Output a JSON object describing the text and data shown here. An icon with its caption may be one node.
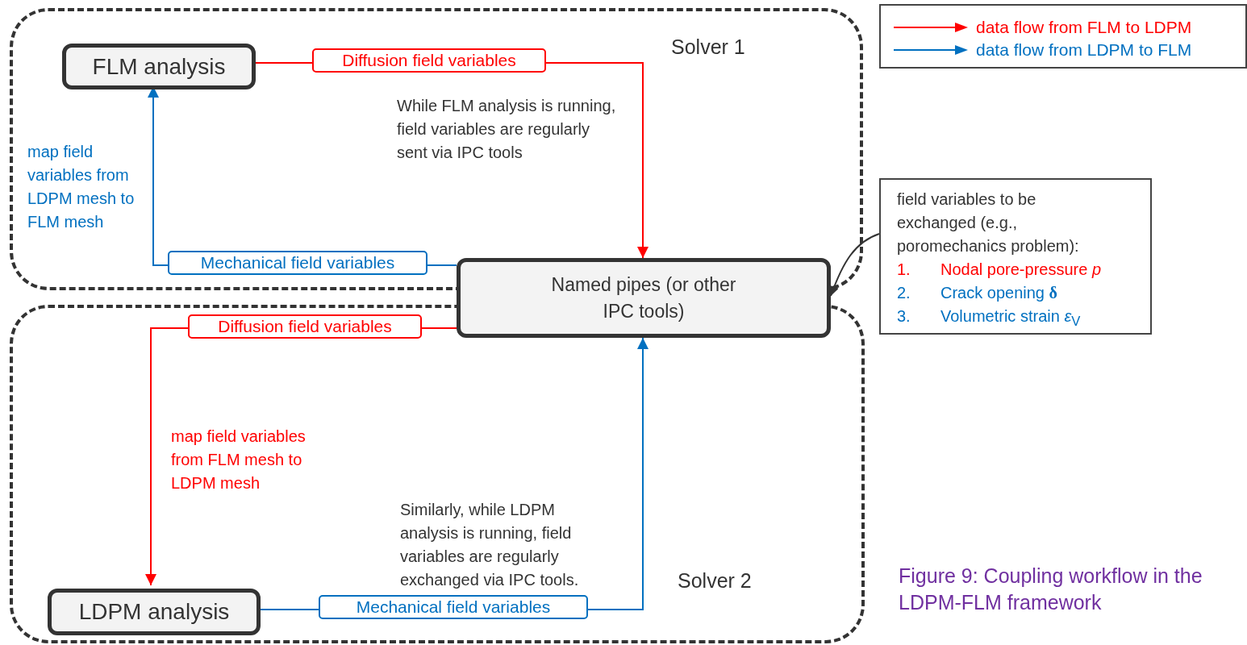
{
  "diagram": {
    "caption": "Figure 9: Coupling workflow in the LDPM-FLM framework",
    "nodes": [
      {
        "text": [
          "Solver 1"
        ]
      },
      {
        "text": [
          "Solver 2"
        ]
      },
      {
        "text": [
          "FLM analysis"
        ],
        "in": 0
      },
      {
        "text": [
          "Named pipes (or other IPC tools)"
        ]
      },
      {
        "text": [
          "LDPM analysis"
        ],
        "in": 1
      },
      {
        "text": [
          "field variables to be exchanged (e.g., poromechanics problem):",
          "1.",
          "Nodal pore-pressure *p*",
          "2.",
          "Crack opening **δ**",
          "3.",
          "Volumetric strain *ε*$_{V}$"
        ]
      }
    ],
    "edges": [
      {
        "from": 2,
        "to": 3,
        "arrow": "to",
        "label": "Diffusion field variables",
        "color": "#ff0000"
      },
      {
        "from": 3,
        "to": 2,
        "arrow": "to",
        "label": "Mechanical field variables",
        "color": "#0070c0"
      },
      {
        "from": 3,
        "to": 4,
        "arrow": "to",
        "label": "Diffusion field variables",
        "color": "#ff0000"
      },
      {
        "from": 4,
        "to": 3,
        "arrow": "to",
        "label": "Mechanical field variables",
        "color": "#0070c0"
      },
      {
        "from": 5,
        "to": 3,
        "arrow": "to",
        "color": "#333333"
      }
    ],
    "labels": [
      "map field variables from LDPM mesh to FLM mesh",
      "While FLM analysis is running, field variables are regularly sent via IPC tools",
      "map field variables from FLM mesh to LDPM mesh",
      "Similarly, while LDPM analysis is running, field variables are regularly exchanged via IPC tools."
    ],
    "legend": [
      {
        "text": "data flow from FLM to LDPM"
      },
      {
        "text": "data flow from LDPM to FLM"
      }
    ]
  }
}
